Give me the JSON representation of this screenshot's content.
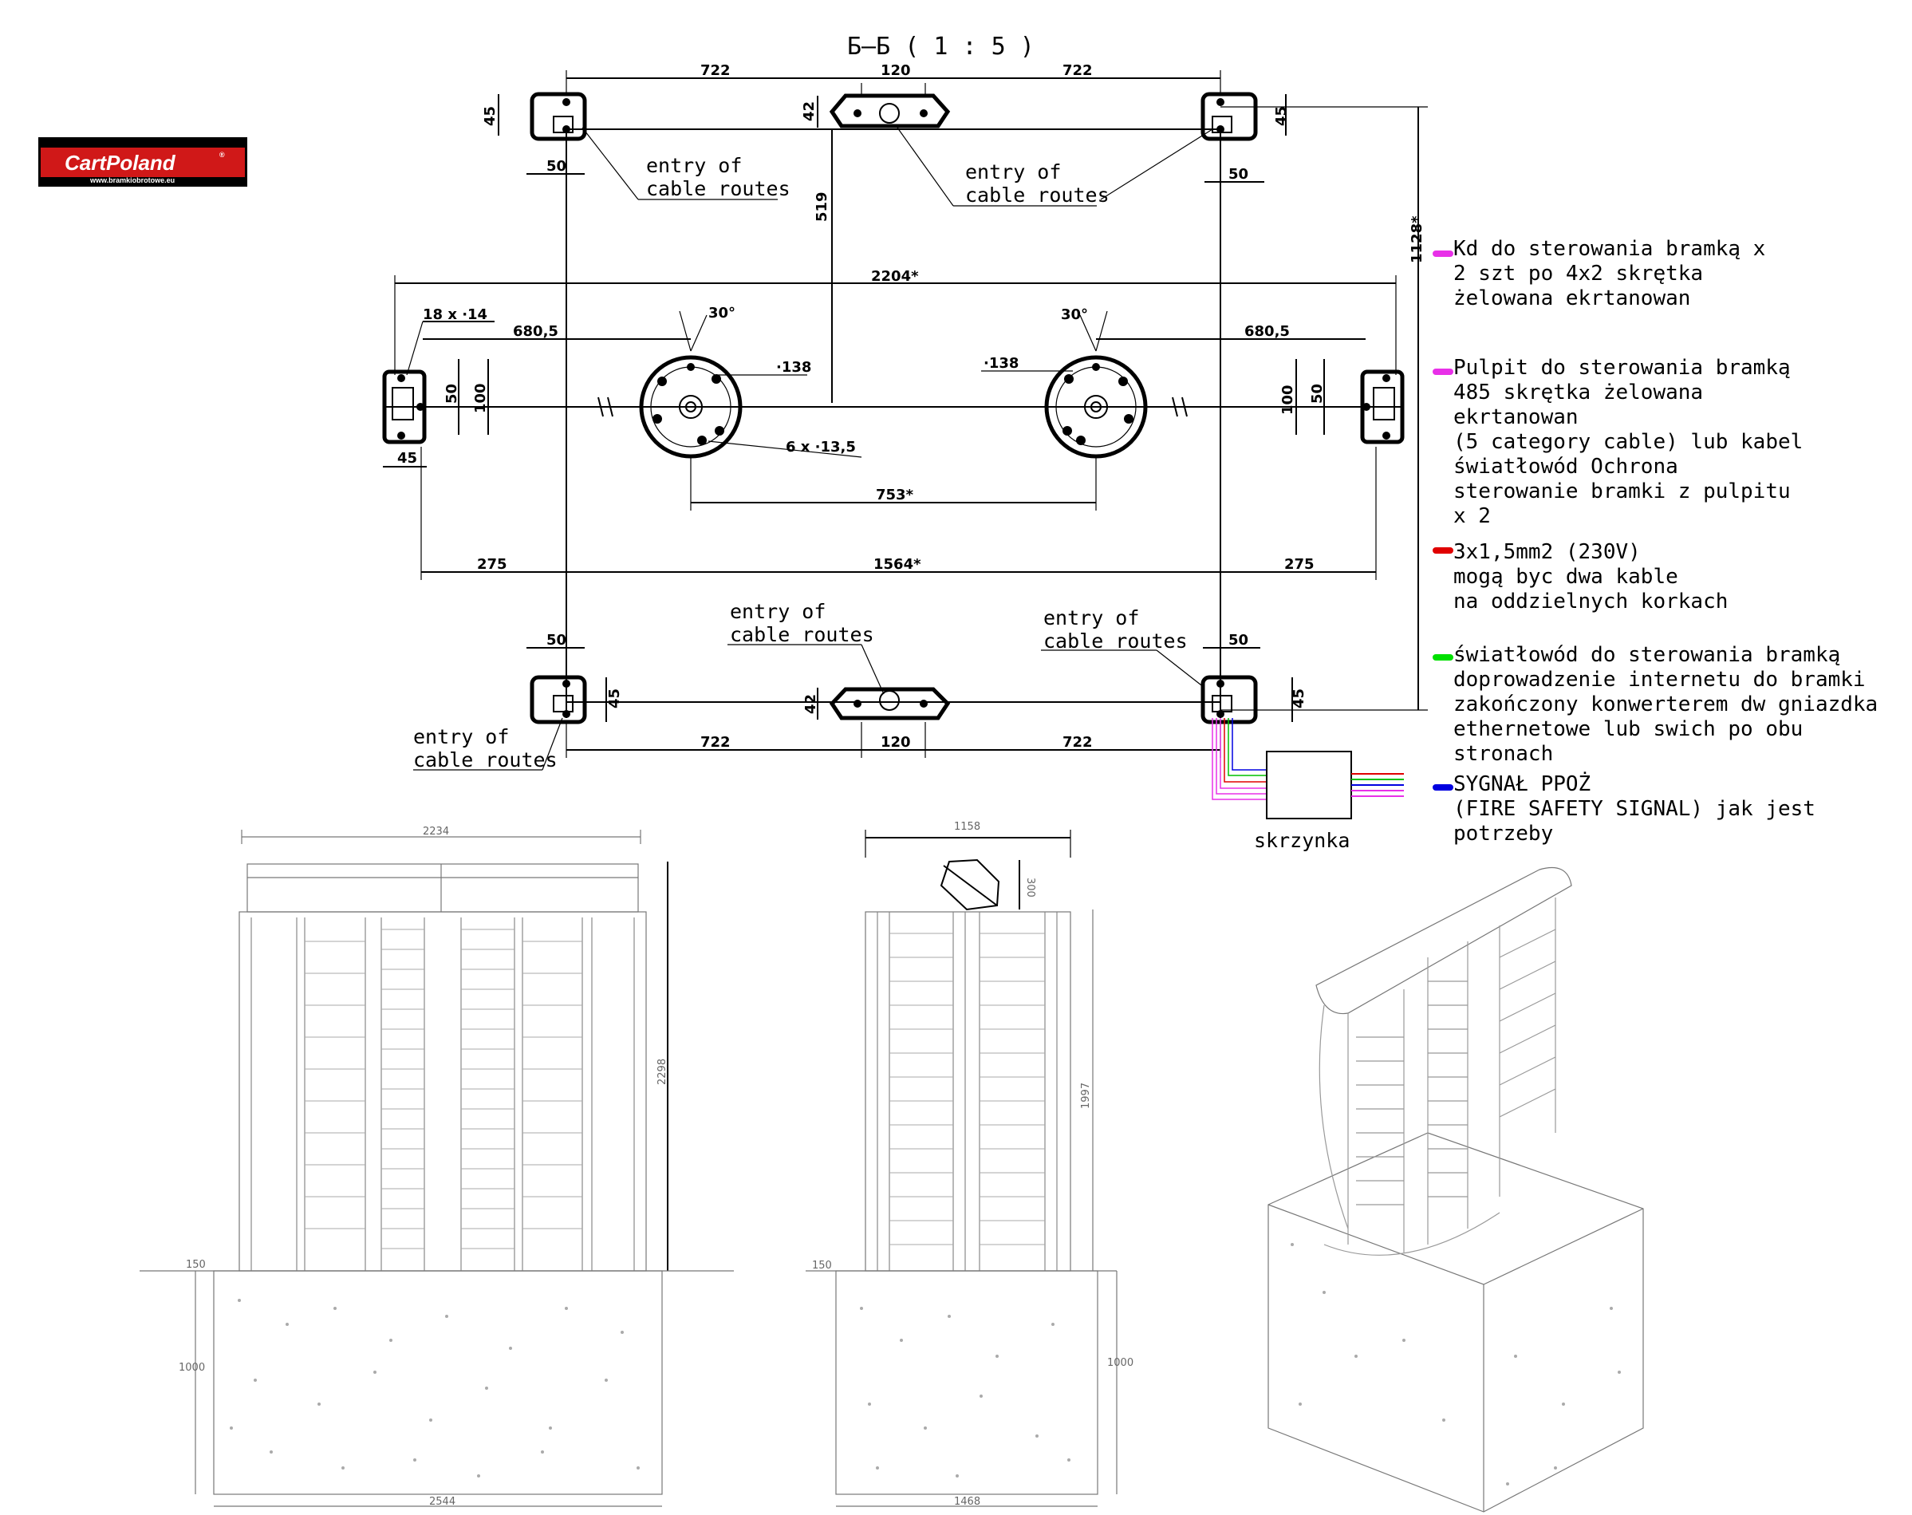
{
  "title": "Б–Б ( 1 : 5 )",
  "logo": {
    "brand": "CartPoland",
    "trademark": "®",
    "url": "www.bramkiobrotowe.eu"
  },
  "dimensions": {
    "top_left_spacing": "722",
    "top_center_width": "120",
    "top_right_spacing": "722",
    "top_left_height": "45",
    "top_right_height": "45",
    "top_left_width": "50",
    "top_right_width": "50",
    "center_bracket_height": "42",
    "vertical_519": "519",
    "overall_height": "1128*",
    "overall_width": "2204*",
    "holes": "18 x ·14",
    "left_offset": "680,5",
    "right_offset": "680,5",
    "angle_left": "30°",
    "angle_right": "30°",
    "diameter_left": "·138",
    "diameter_right": "·138",
    "bolt_holes": "6 x ·13,5",
    "plate_small_left": "50",
    "plate_large_left": "100",
    "plate_small_right": "50",
    "plate_large_right": "100",
    "plate_width": "45",
    "center_spacing": "753*",
    "left_275": "275",
    "right_275": "275",
    "mid_1564": "1564*",
    "bottom_left_width": "50",
    "bottom_right_width": "50",
    "bottom_left_height": "45",
    "bottom_right_height": "45",
    "bottom_center_height": "42",
    "bottom_left_spacing": "722",
    "bottom_center_width": "120",
    "bottom_right_spacing": "722",
    "front_width": "2234",
    "front_height": "2298",
    "front_150": "150",
    "front_1000": "1000",
    "front_base": "2544",
    "side_width": "1158",
    "side_300": "300",
    "side_height": "1997",
    "side_150": "150",
    "side_1000": "1000",
    "side_base": "1468"
  },
  "callouts": {
    "top_left": [
      "entry of",
      "cable routes"
    ],
    "top_center": [
      "entry of",
      "cable routes"
    ],
    "bottom_center": [
      "entry of",
      "cable routes"
    ],
    "bottom_right": [
      "entry of",
      "cable routes"
    ],
    "bottom_left": [
      "entry of",
      "cable routes"
    ]
  },
  "box_label": "skrzynka",
  "legend": [
    {
      "color": "#e830e8",
      "text": "Kd do sterowania bramką x\n2 szt po 4x2 skrętka\nżelowana ekrtanowan"
    },
    {
      "color": "#e830e8",
      "text": "Pulpit do sterowania bramką\n485 skrętka żelowana\nekrtanowan\n(5 category cable) lub kabel\nświatłowód Ochrona\nsterowanie bramki z pulpitu\nx 2"
    },
    {
      "color": "#e00000",
      "text": "3x1,5mm2 (230V)\nmogą byc dwa kable\nna oddzielnych korkach"
    },
    {
      "color": "#00e000",
      "text": "światłowód do sterowania bramką\ndoprowadzenie internetu do bramki\nzakończony konwerterem dw gniazdka\nethernetowe lub swich po obu\nstronach"
    },
    {
      "color": "#0000e0",
      "text": "SYGNAŁ PPOŻ\n(FIRE SAFETY SIGNAL) jak jest\npotrzeby"
    }
  ]
}
